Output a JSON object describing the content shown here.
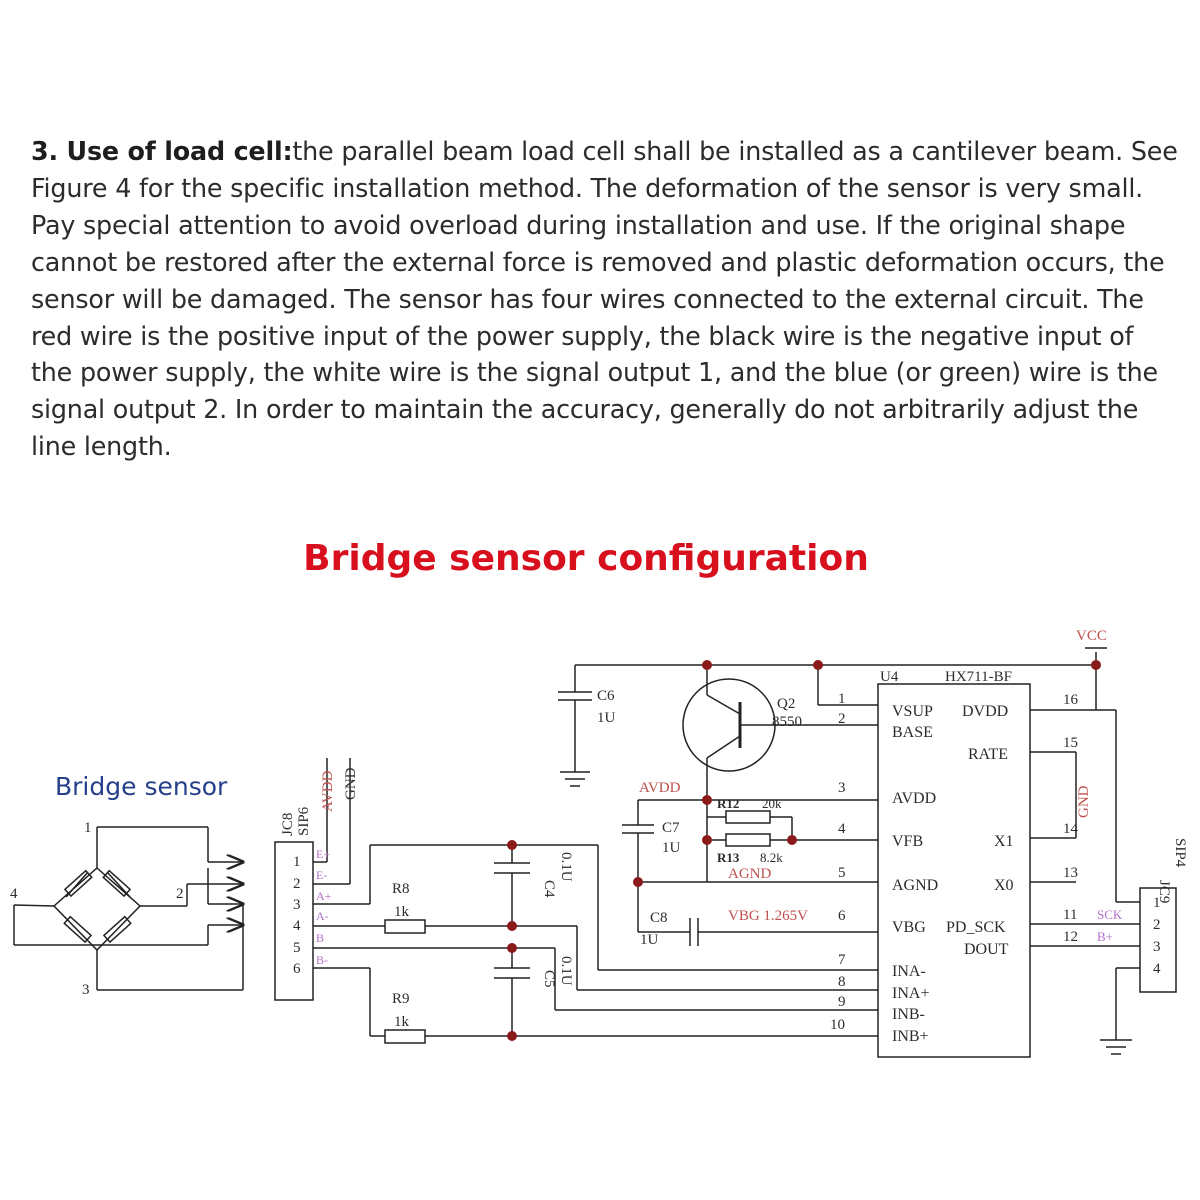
{
  "paragraph": {
    "heading": "3. Use of load cell:",
    "body": "the parallel beam load cell shall be installed as a cantilever beam. See Figure 4 for the specific installation method. The deformation of the sensor is very small. Pay special attention to avoid overload during installation and use. If the original shape cannot be restored after the external force is removed and plastic deformation occurs, the sensor will be damaged. The sensor has four wires connected to the external circuit. The red wire is the positive input of the power supply, the black wire is the negative input of the power supply, the white wire is the signal output 1, and the blue (or green) wire is the signal output 2. In order to maintain the accuracy, generally do not arbitrarily adjust the line length."
  },
  "diagram": {
    "title": "Bridge sensor configuration",
    "bridge_label": "Bridge sensor",
    "bridge_nodes": [
      "4",
      "2",
      "1",
      "3"
    ],
    "vcc": "VCC",
    "chip": {
      "ref": "U4",
      "part": "HX711-BF",
      "pins_left": [
        {
          "num": "1",
          "name": "VSUP"
        },
        {
          "num": "2",
          "name": "BASE"
        },
        {
          "num": "3",
          "name": "AVDD"
        },
        {
          "num": "4",
          "name": "VFB"
        },
        {
          "num": "5",
          "name": "AGND"
        },
        {
          "num": "6",
          "name": "VBG"
        },
        {
          "num": "7",
          "name": "INA-"
        },
        {
          "num": "8",
          "name": "INA+"
        },
        {
          "num": "9",
          "name": "INB-"
        },
        {
          "num": "10",
          "name": "INB+"
        }
      ],
      "pins_right": [
        {
          "num": "16",
          "name": "DVDD"
        },
        {
          "num": "15",
          "name": "RATE"
        },
        {
          "num": "14",
          "name": "X1"
        },
        {
          "num": "13",
          "name": "X0"
        },
        {
          "num": "11",
          "name": "PD_SCK"
        },
        {
          "num": "12",
          "name": "DOUT"
        }
      ]
    },
    "jc8": {
      "ref": "JC8",
      "type": "SIP6",
      "pins": [
        "1",
        "2",
        "3",
        "4",
        "5",
        "6"
      ],
      "nets": [
        "E+",
        "E-",
        "A-",
        "A+",
        "B",
        "B-"
      ],
      "rail_labels": [
        "AVDD",
        "GND"
      ]
    },
    "jc9": {
      "ref": "JC9",
      "type": "SIP4",
      "pins": [
        "1",
        "2",
        "3",
        "4"
      ],
      "nets": [
        "SCK",
        "B+"
      ]
    },
    "q2": {
      "ref": "Q2",
      "part": "8550"
    },
    "c6": {
      "ref": "C6",
      "value": "1U"
    },
    "c7": {
      "ref": "C7",
      "value": "1U"
    },
    "c8": {
      "ref": "C8",
      "value": "1U"
    },
    "c4": {
      "ref": "C4",
      "value": "0.1U"
    },
    "c5": {
      "ref": "C5",
      "value": "0.1U"
    },
    "r8": {
      "ref": "R8",
      "value": "1k"
    },
    "r9": {
      "ref": "R9",
      "value": "1k"
    },
    "r12": {
      "ref": "R12",
      "value": "20k"
    },
    "r13": {
      "ref": "R13",
      "value": "8.2k"
    },
    "net_avdd": "AVDD",
    "net_agnd": "AGND",
    "net_vbg": "VBG 1.265V",
    "gnd_vertical": "GND"
  },
  "colors": {
    "text": "#2c2c2c",
    "title": "#d8101e",
    "bridge_label": "#27408c",
    "junction": "#8b1a1a",
    "net_label": "#c0504d",
    "jc_net": "#b070c8"
  }
}
